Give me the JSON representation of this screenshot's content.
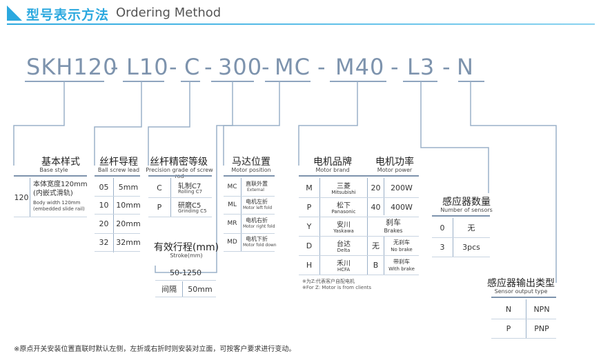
{
  "header": {
    "title_zh": "型号表示方法",
    "title_en": "Ordering Method"
  },
  "model": {
    "parts": [
      "SKH120",
      "L10",
      "C",
      "300",
      "MC",
      "M40",
      "L3",
      "N"
    ],
    "dash": "-"
  },
  "base": {
    "title_zh": "基本样式",
    "title_en": "Base style",
    "code": "120",
    "desc_zh": "本体宽度120mm",
    "desc_zh2": "(内嵌式滑轨)",
    "desc_en": "Body width 120mm",
    "desc_en2": "(embedded slide rail)"
  },
  "lead": {
    "title_zh": "丝杆导程",
    "title_en": "Ball screw lead",
    "rows": [
      {
        "code": "05",
        "value": "5mm"
      },
      {
        "code": "10",
        "value": "10mm"
      },
      {
        "code": "20",
        "value": "20mm"
      },
      {
        "code": "32",
        "value": "32mm"
      }
    ]
  },
  "precision": {
    "title_zh": "丝杆精密等级",
    "title_en": "Precision grade of screw rod",
    "rows": [
      {
        "code": "C",
        "zh": "轧制C7",
        "en": "Rolling C7"
      },
      {
        "code": "P",
        "zh": "研磨C5",
        "en": "Grinding C5"
      }
    ]
  },
  "stroke": {
    "title_zh": "有效行程(mm)",
    "title_en": "Stroke(mm)",
    "range": "50-1250",
    "interval_label": "间隔",
    "interval_value": "50mm"
  },
  "motor_pos": {
    "title_zh": "马达位置",
    "title_en": "Motor position",
    "rows": [
      {
        "code": "MC",
        "zh": "直联外置",
        "en": "External"
      },
      {
        "code": "ML",
        "zh": "电机左折",
        "en": "Motor left fold"
      },
      {
        "code": "MR",
        "zh": "电机右折",
        "en": "Motor right fold"
      },
      {
        "code": "MD",
        "zh": "电机下折",
        "en": "Motor fold down"
      }
    ]
  },
  "motor_brand": {
    "title_zh": "电机品牌",
    "title_en": "Motor brand",
    "rows": [
      {
        "code": "M",
        "zh": "三菱",
        "en": "Mitsubishi"
      },
      {
        "code": "P",
        "zh": "松下",
        "en": "Panasonic"
      },
      {
        "code": "Y",
        "zh": "安川",
        "en": "Yaskawa"
      },
      {
        "code": "D",
        "zh": "台达",
        "en": "Delta"
      },
      {
        "code": "H",
        "zh": "禾川",
        "en": "HCFA"
      }
    ],
    "note_zh": "※为Z:代表客户自配电机",
    "note_en": "※For Z: Motor is from clients"
  },
  "motor_power": {
    "title_zh": "电机功率",
    "title_en": "Motor power",
    "rows": [
      {
        "code": "20",
        "value": "200W"
      },
      {
        "code": "40",
        "value": "400W"
      }
    ],
    "brake_zh": "刹车",
    "brake_en": "Brakes",
    "brake_rows": [
      {
        "code": "无",
        "zh": "无刹车",
        "en": "No brake"
      },
      {
        "code": "B",
        "zh": "带刹车",
        "en": "With brake"
      }
    ]
  },
  "sensors": {
    "title_zh": "感应器数量",
    "title_en": "Number of sensors",
    "rows": [
      {
        "code": "0",
        "value": "无"
      },
      {
        "code": "3",
        "value": "3pcs"
      }
    ]
  },
  "sensor_type": {
    "title_zh": "感应器输出类型",
    "title_en": "Sensor output type",
    "rows": [
      {
        "code": "N",
        "value": "NPN"
      },
      {
        "code": "P",
        "value": "PNP"
      }
    ]
  },
  "footnote": "※原点开关安装位置直联时默认左侧，左折或右折时则安装对立面，可按客户要求进行变动。"
}
